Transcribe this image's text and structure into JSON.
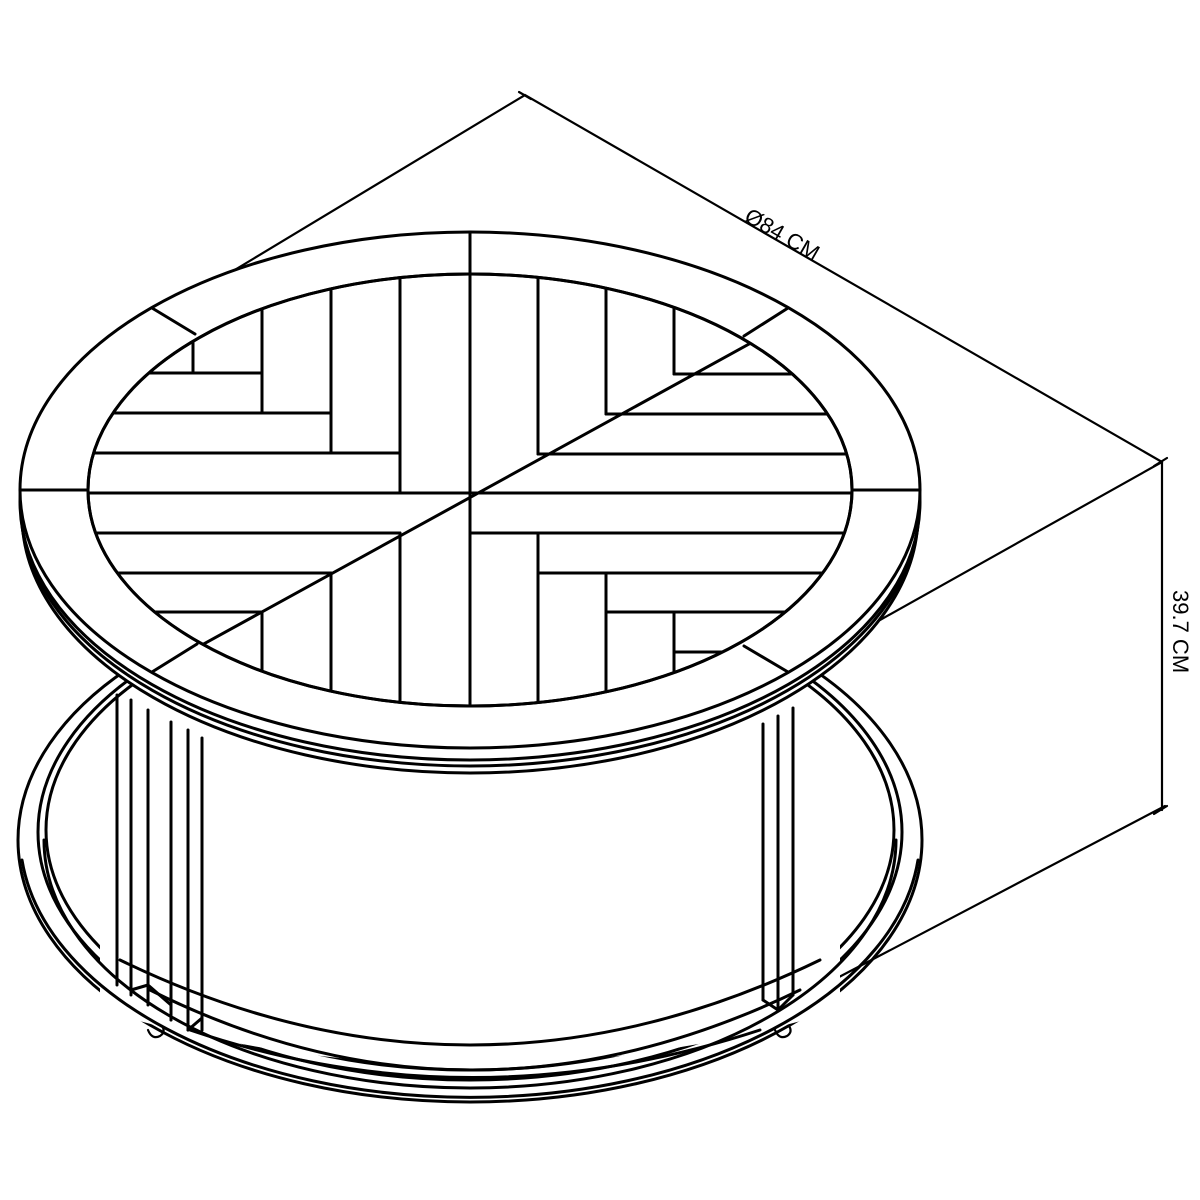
{
  "diagram": {
    "subject": "Round coffee table with parquet-pattern top and ring base, isometric line drawing",
    "line_color": "#000000",
    "background_color": "#ffffff",
    "dimensions": {
      "diameter_label": "Ø84 CM",
      "height_label": "39.7 CM"
    },
    "parts": [
      "tabletop-rim",
      "parquet-inlay",
      "vertical-slat-legs",
      "lower-ring-frame",
      "feet"
    ]
  }
}
